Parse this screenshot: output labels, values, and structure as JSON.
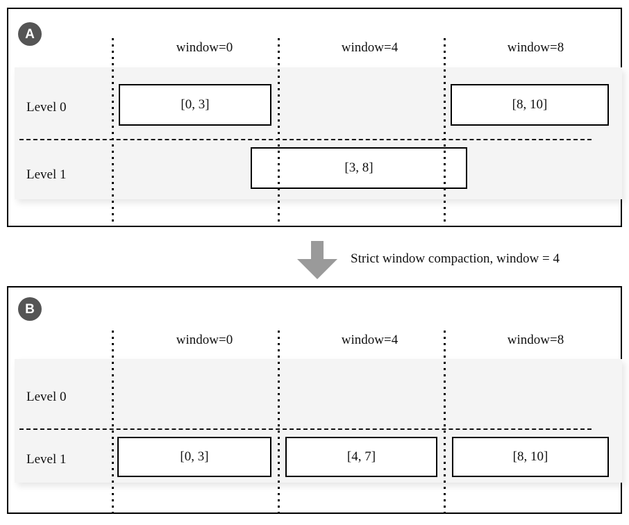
{
  "figure": {
    "transition": {
      "caption": "Strict window compaction, window = 4",
      "arrow_icon": "down-arrow-icon",
      "arrow_color": "#9a9a9a"
    },
    "badge_color": "#555555",
    "band_color": "#f4f4f4",
    "box_border_color": "#000000",
    "panels": [
      {
        "id": "a",
        "badge": "A",
        "window_labels": [
          "window=0",
          "window=4",
          "window=8"
        ],
        "rows": [
          {
            "label": "Level 0",
            "boxes": [
              {
                "text": "[0, 3]"
              },
              {
                "text": "[8, 10]"
              }
            ]
          },
          {
            "label": "Level 1",
            "boxes": [
              {
                "text": "[3, 8]"
              }
            ]
          }
        ]
      },
      {
        "id": "b",
        "badge": "B",
        "window_labels": [
          "window=0",
          "window=4",
          "window=8"
        ],
        "rows": [
          {
            "label": "Level 0",
            "boxes": []
          },
          {
            "label": "Level 1",
            "boxes": [
              {
                "text": "[0, 3]"
              },
              {
                "text": "[4, 7]"
              },
              {
                "text": "[8, 10]"
              }
            ]
          }
        ]
      }
    ]
  }
}
